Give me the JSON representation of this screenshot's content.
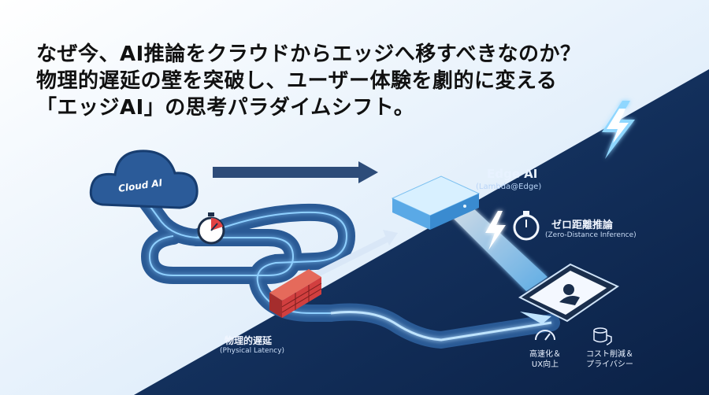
{
  "title": {
    "line1": "なぜ今、AI推論をクラウドからエッジへ移すべきなのか？",
    "line2": "物理的遅延の壁を突破し、ユーザー体験を劇的に変える",
    "line3": "「エッジAI」の思考パラダイムシフト。"
  },
  "cloud": {
    "label": "Cloud AI",
    "icon": "cloud-icon"
  },
  "edge": {
    "title": "Edge AI",
    "subtitle": "(Lambda@Edge)",
    "icon": "server-box-icon"
  },
  "zero_distance": {
    "title": "ゼロ距離推論",
    "subtitle": "(Zero-Distance Inference)",
    "icon": "stopwatch-icon"
  },
  "physical_latency": {
    "title": "物理的遅延",
    "subtitle": "(Physical Latency)",
    "icon": "brick-wall-icon"
  },
  "benefits": [
    {
      "line1": "高速化＆",
      "line2": "UX向上",
      "icon": "speedometer-icon"
    },
    {
      "line1": "コスト削減＆",
      "line2": "プライバシー",
      "icon": "shield-database-icon"
    }
  ],
  "colors": {
    "dark_bg": "#0f2a52",
    "light_bg": "#eaf4fd",
    "accent_blue": "#3aa6ff",
    "wall_red": "#d63b3b"
  }
}
